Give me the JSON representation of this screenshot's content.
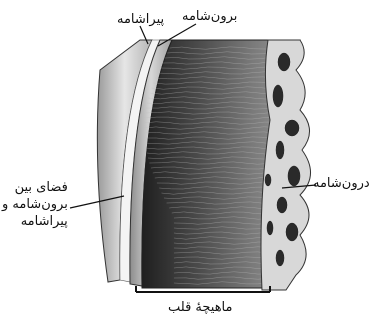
{
  "labels": {
    "epicardium": "برون‌شامه",
    "pericardium": "پیراشامه",
    "pericardial_space": [
      "فضای بین",
      "برون‌شامه و",
      "پیراشامه"
    ],
    "endocardium": "درون‌شامه",
    "myocardium": "ماهیچهٔ قلب"
  },
  "colors": {
    "line": "#111111",
    "muscle_dark": "#2e2e2e",
    "muscle_mid": "#6a6a6a",
    "tissue_light": "#cfcfcf",
    "background": "#ffffff"
  }
}
